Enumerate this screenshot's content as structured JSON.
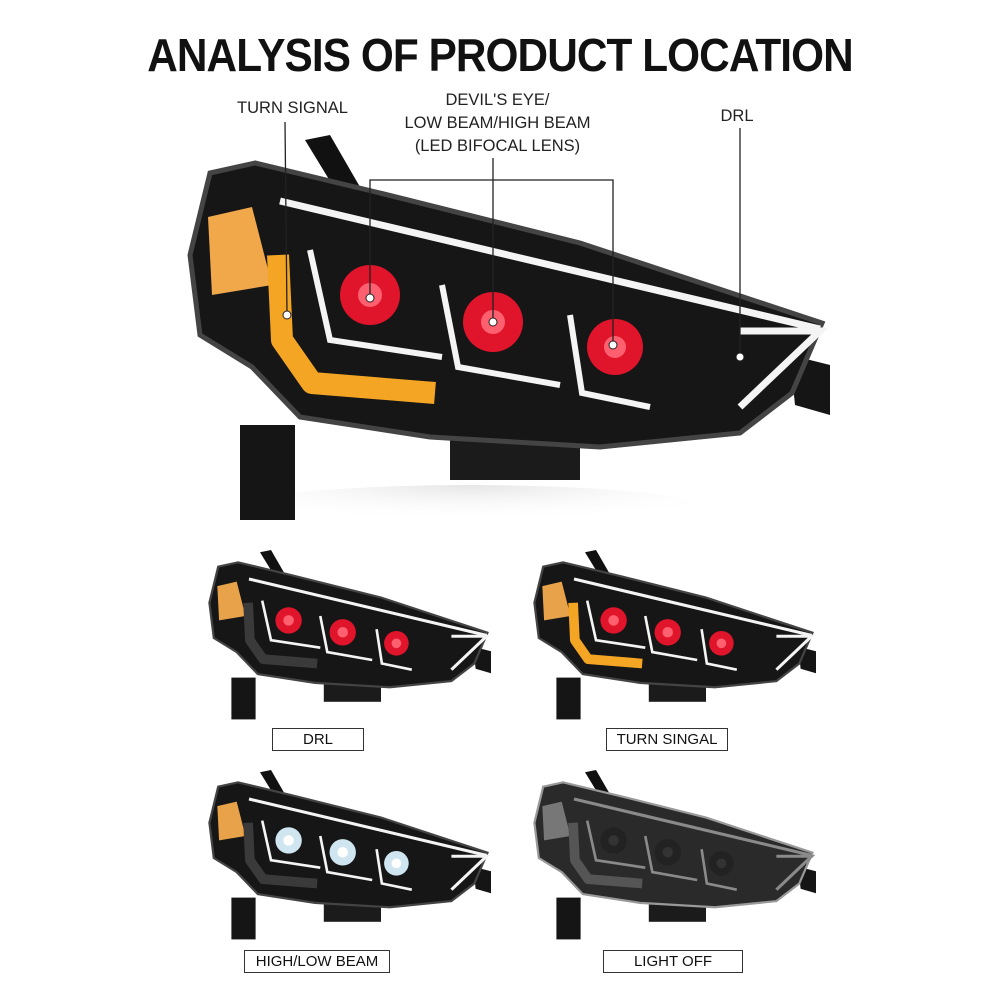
{
  "title": "ANALYSIS OF PRODUCT LOCATION",
  "callouts": {
    "turn_signal": "TURN SIGNAL",
    "devils_eye": [
      "DEVIL'S EYE/",
      "LOW BEAM/HIGH BEAM",
      "(LED BIFOCAL LENS)"
    ],
    "drl": "DRL"
  },
  "modes": [
    {
      "label": "DRL"
    },
    {
      "label": "TURN SINGAL"
    },
    {
      "label": "HIGH/LOW BEAM"
    },
    {
      "label": "LIGHT OFF"
    }
  ],
  "colors": {
    "lens_red": "#e0142a",
    "turn_amber": "#f0a020",
    "drl_white": "#f4f4f4",
    "housing": "#161616"
  }
}
